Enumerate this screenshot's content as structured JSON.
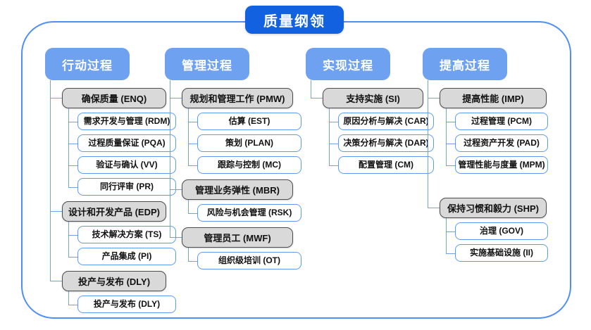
{
  "title": "质量纲领",
  "colors": {
    "title_bg": "#1161E0",
    "header_bg": "#6FA1F1",
    "connector": "#6FA1F1",
    "frame_border": "#4E8EF7",
    "child_border": "#5C9BF5",
    "parent_bg": "#D9D9D9",
    "parent_border": "#4D4D4D"
  },
  "columns": [
    {
      "header": "行动过程",
      "groups": [
        {
          "parent": "确保质量 (ENQ)",
          "children": [
            "需求开发与管理 (RDM)",
            "过程质量保证 (PQA)",
            "验证与确认 (VV)",
            "同行评审 (PR)"
          ]
        },
        {
          "parent": "设计和开发产品 (EDP)",
          "children": [
            "技术解决方案 (TS)",
            "产品集成 (PI)"
          ]
        },
        {
          "parent": "投产与发布 (DLY)",
          "children": [
            "投产与发布 (DLY)"
          ]
        }
      ]
    },
    {
      "header": "管理过程",
      "groups": [
        {
          "parent": "规划和管理工作 (PMW)",
          "children": [
            "估算 (EST)",
            "策划 (PLAN)",
            "跟踪与控制 (MC)"
          ]
        },
        {
          "parent": "管理业务弹性 (MBR)",
          "children": [
            "风险与机会管理 (RSK)"
          ]
        },
        {
          "parent": "管理员工 (MWF)",
          "children": [
            "组织级培训 (OT)"
          ]
        }
      ]
    },
    {
      "header": "实现过程",
      "groups": [
        {
          "parent": "支持实施 (SI)",
          "children": [
            "原因分析与解决 (CAR)",
            "决策分析与解决 (DAR)",
            "配置管理 (CM)"
          ]
        }
      ]
    },
    {
      "header": "提高过程",
      "groups": [
        {
          "parent": "提高性能 (IMP)",
          "children": [
            "过程管理 (PCM)",
            "过程资产开发 (PAD)",
            "管理性能与度量 (MPM)"
          ]
        },
        {
          "parent": "保持习惯和毅力 (SHP)",
          "children": [
            "治理 (GOV)",
            "实施基础设施 (II)"
          ]
        }
      ]
    }
  ]
}
